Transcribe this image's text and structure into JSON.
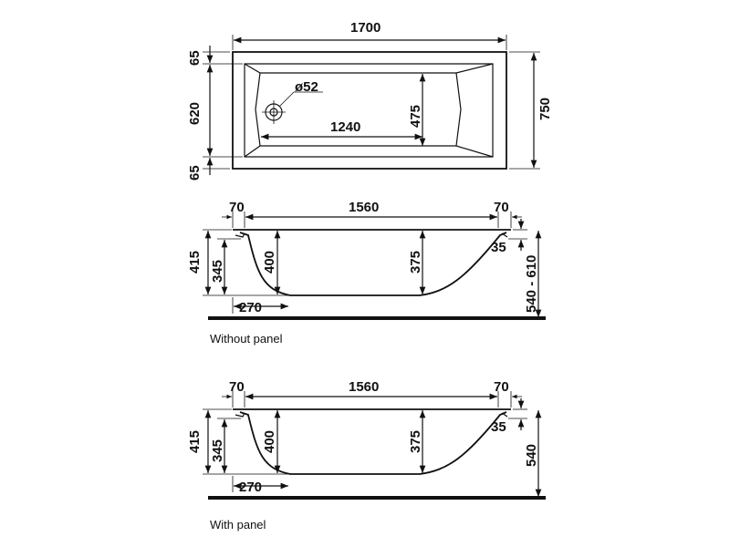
{
  "top_view": {
    "length": "1700",
    "width": "750",
    "rim_top": "65",
    "inner_width": "620",
    "rim_bottom": "65",
    "waste_diameter": "ø52",
    "bottom_length": "1240",
    "bottom_width": "475"
  },
  "side_without_panel": {
    "rim_left": "70",
    "inner_length": "1560",
    "rim_right": "70",
    "total_height": "415",
    "inner_height": "345",
    "depth_left": "400",
    "depth_right": "375",
    "rim_drop": "35",
    "height_range": "540 - 610",
    "slope_length": "270",
    "caption": "Without panel"
  },
  "side_with_panel": {
    "rim_left": "70",
    "inner_length": "1560",
    "rim_right": "70",
    "total_height": "415",
    "inner_height": "345",
    "depth_left": "400",
    "depth_right": "375",
    "rim_drop": "35",
    "height": "540",
    "slope_length": "270",
    "caption": "With panel"
  }
}
